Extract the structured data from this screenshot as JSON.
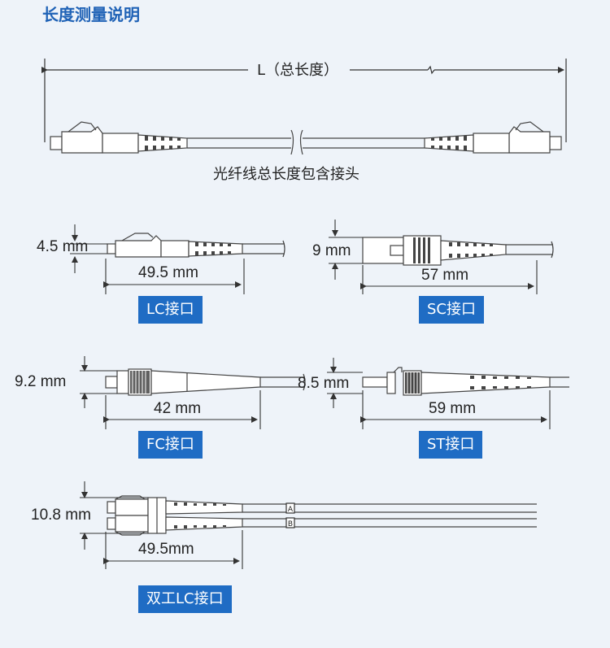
{
  "title": "长度测量说明",
  "total": {
    "length_label": "L（总长度）",
    "caption": "光纤线总长度包含接头"
  },
  "connectors": {
    "lc": {
      "height": "4.5 mm",
      "length": "49.5 mm",
      "label": "LC接口"
    },
    "sc": {
      "height": "9 mm",
      "length": "57 mm",
      "label": "SC接口"
    },
    "fc": {
      "height": "9.2 mm",
      "length": "42 mm",
      "label": "FC接口"
    },
    "st": {
      "height": "8.5 mm",
      "length": "59 mm",
      "label": "ST接口"
    },
    "duplex_lc": {
      "height": "10.8 mm",
      "length": "49.5mm",
      "label": "双工LC接口",
      "tag_a": "A",
      "tag_b": "B"
    }
  }
}
